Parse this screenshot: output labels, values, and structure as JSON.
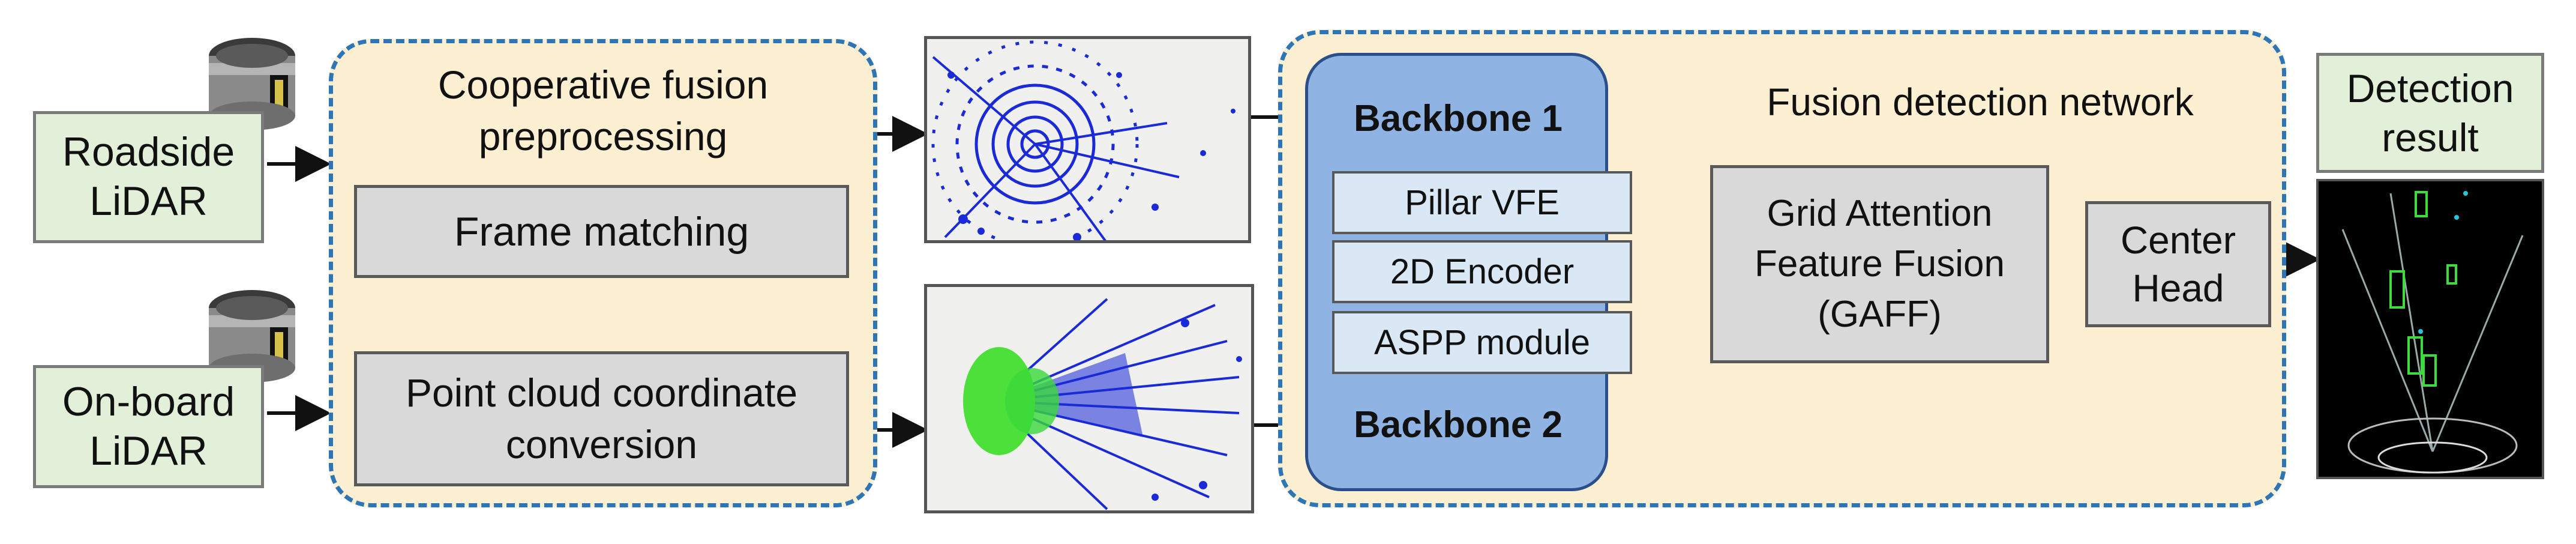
{
  "inputs": {
    "roadside": "Roadside\nLiDAR",
    "onboard": "On-board\nLiDAR"
  },
  "preprocessing": {
    "title": "Cooperative fusion\npreprocessing",
    "frame_matching": "Frame matching",
    "conversion": "Point cloud coordinate\nconversion"
  },
  "network": {
    "title": "Fusion detection network",
    "backbone1": "Backbone 1",
    "backbone2": "Backbone 2",
    "modules": [
      "Pillar VFE",
      "2D Encoder",
      "ASPP module"
    ],
    "gaff": "Grid Attention\nFeature Fusion\n(GAFF)",
    "head": "Center\nHead"
  },
  "output": {
    "title": "Detection\nresult"
  },
  "colors": {
    "panel_fill": "#fdf0d2",
    "panel_border": "#2e75b6",
    "input_fill": "#e2f0d9",
    "box_fill": "#d9d9d9",
    "backbone_fill": "#8fb4e3",
    "module_fill": "#dae8f6",
    "arrow_down": "#1f4e79"
  }
}
